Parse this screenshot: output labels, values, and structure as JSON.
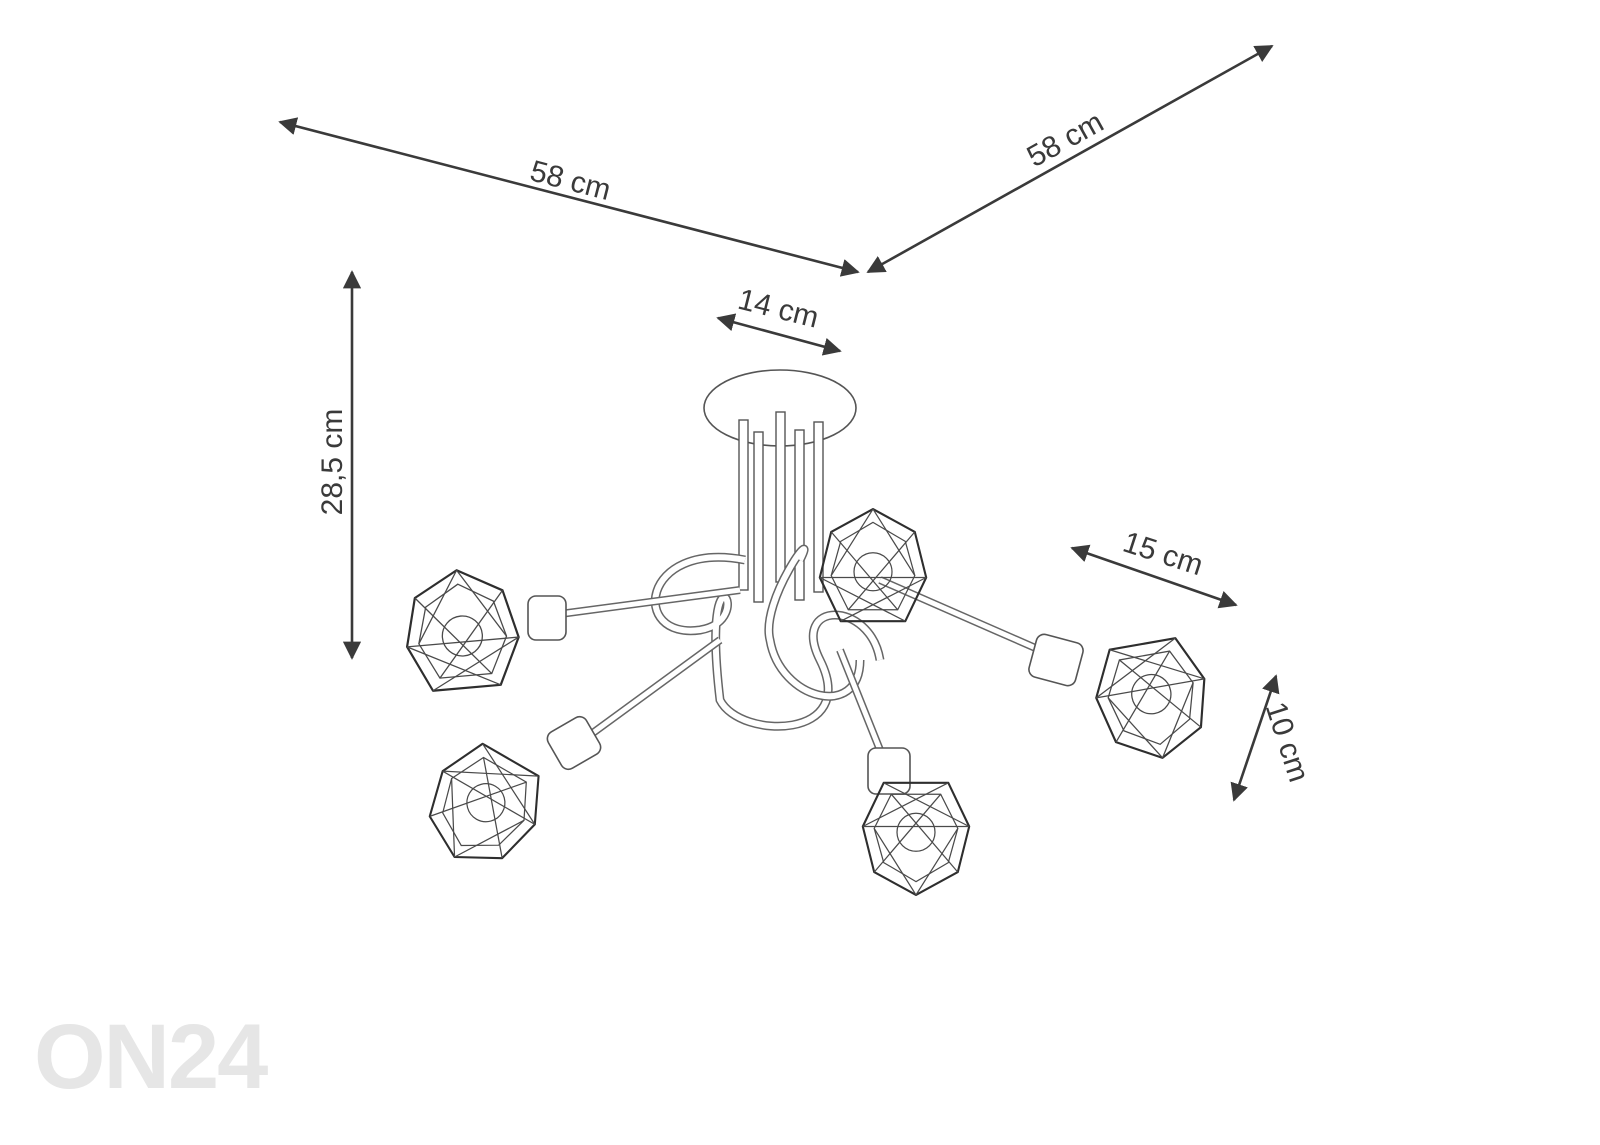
{
  "dimensions": {
    "width_left": "58 cm",
    "width_right": "58 cm",
    "height": "28,5 cm",
    "canopy_diameter": "14 cm",
    "shade_width": "15 cm",
    "shade_height": "10 cm"
  },
  "logo": {
    "text": "ON24"
  },
  "colors": {
    "line": "#3a3a3a",
    "logo": "#e6e6e6",
    "background": "#ffffff"
  }
}
